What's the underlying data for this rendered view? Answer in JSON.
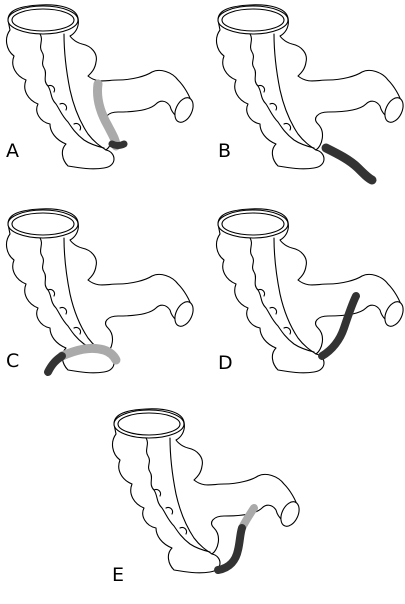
{
  "figure": {
    "colors": {
      "outline": "#000000",
      "appendix_visible": "#333333",
      "appendix_hidden": "#aaaaaa",
      "background": "#ffffff"
    },
    "panels": [
      {
        "id": "A",
        "label": "A",
        "appendix_position": "retrocecal"
      },
      {
        "id": "B",
        "label": "B",
        "appendix_position": "subcecal"
      },
      {
        "id": "C",
        "label": "C",
        "appendix_position": "retroileal"
      },
      {
        "id": "D",
        "label": "D",
        "appendix_position": "preileal"
      },
      {
        "id": "E",
        "label": "E",
        "appendix_position": "pelvic-retroileal"
      }
    ]
  }
}
